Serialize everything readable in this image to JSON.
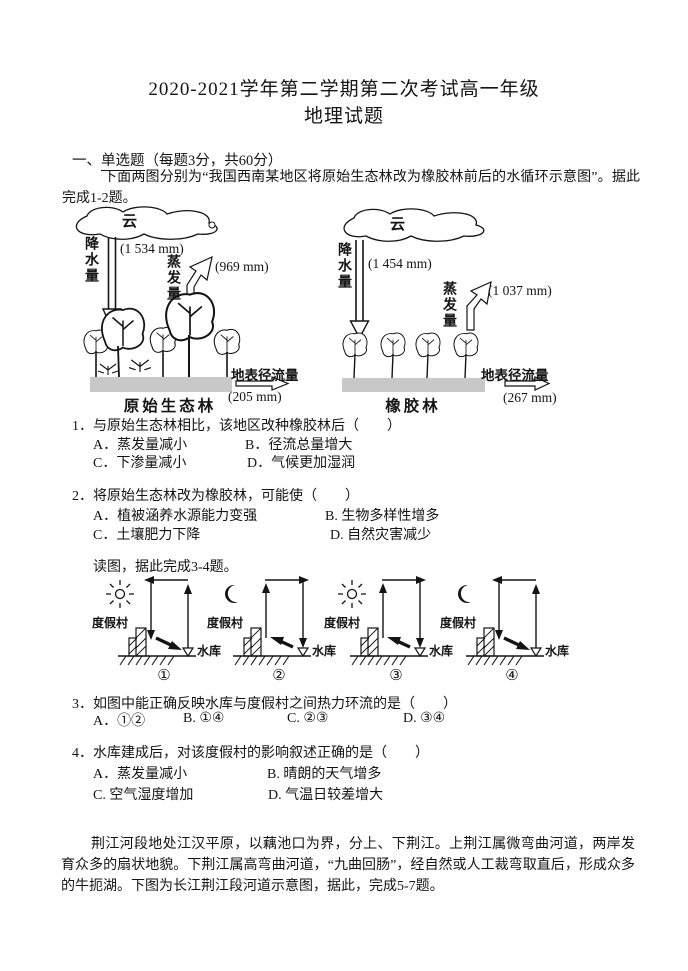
{
  "doc": {
    "title_line1": "2020-2021学年第二学期第二次考试高一年级",
    "title_line2": "地理试题",
    "section": {
      "prefix": "一、",
      "underlined": "单选题",
      "suffix": "（每题3分，共60分）"
    },
    "intro_q12": "下面两图分别为“我国西南某地区将原始生态林改为橡胶林前后的水循环示意图”。据此完成1-2题。",
    "intro_q34": "读图，据此完成3-4题。",
    "passage_q57": "荆江河段地处江汉平原，以藕池口为界，分上、下荆江。上荆江属微弯曲河道，两岸发育众多的扇状地貌。下荆江属高弯曲河道，“九曲回肠”，经自然或人工裁弯取直后，形成众多的牛扼湖。下图为长江荆江段河道示意图，据此，完成5-7题。"
  },
  "water_cycle_figure": {
    "left": {
      "cloud_label": "云",
      "precipitation_label": "降水量",
      "precipitation_value": "(1 534 mm)",
      "evaporation_label": "蒸发量",
      "evaporation_value": "(969 mm)",
      "runoff_label": "地表径流量",
      "runoff_value": "(205 mm)",
      "caption": "原始生态林"
    },
    "right": {
      "cloud_label": "云",
      "precipitation_label": "降水量",
      "precipitation_value": "(1 454 mm)",
      "evaporation_label": "蒸发量",
      "evaporation_value": "(1 037 mm)",
      "runoff_label": "地表径流量",
      "runoff_value": "(267 mm)",
      "caption": "橡胶林"
    }
  },
  "circulation_figure": {
    "panels": [
      {
        "id": "①",
        "sky": "sun",
        "village_label": "度假村",
        "reservoir_label": "水库",
        "upper_flow": "toward-village",
        "village_air": "sinking",
        "reservoir_air": "rising",
        "surface_flow": "toward-reservoir"
      },
      {
        "id": "②",
        "sky": "moon",
        "village_label": "度假村",
        "reservoir_label": "水库",
        "upper_flow": "toward-reservoir",
        "village_air": "rising",
        "reservoir_air": "sinking",
        "surface_flow": "toward-village"
      },
      {
        "id": "③",
        "sky": "sun",
        "village_label": "度假村",
        "reservoir_label": "水库",
        "upper_flow": "toward-reservoir",
        "village_air": "rising",
        "reservoir_air": "sinking",
        "surface_flow": "toward-village"
      },
      {
        "id": "④",
        "sky": "moon",
        "village_label": "度假村",
        "reservoir_label": "水库",
        "upper_flow": "toward-village",
        "village_air": "sinking",
        "reservoir_air": "rising",
        "surface_flow": "toward-reservoir"
      }
    ]
  },
  "questions": {
    "q1": {
      "stem": "1．与原始生态林相比，该地区改种橡胶林后（　　）",
      "a": "A．蒸发量减小",
      "b": "B．径流总量增大",
      "c": "C．下渗量减小",
      "d": "D．气候更加湿润"
    },
    "q2": {
      "stem": "2．将原始生态林改为橡胶林，可能使（　　）",
      "a": "A．植被涵养水源能力变强",
      "b": "B. 生物多样性增多",
      "c": "C．土壤肥力下降",
      "d": "D. 自然灾害减少"
    },
    "q3": {
      "stem": "3．如图中能正确反映水库与度假村之间热力环流的是（　　）",
      "a": "A．①②",
      "b": "B. ①④",
      "c": "C. ②③",
      "d": "D. ③④"
    },
    "q4": {
      "stem": "4．水库建成后，对该度假村的影响叙述正确的是（　　）",
      "a": "A．蒸发量减小",
      "b": "B. 晴朗的天气增多",
      "c": "C. 空气湿度增加",
      "d": "D. 气温日较差增大"
    }
  }
}
